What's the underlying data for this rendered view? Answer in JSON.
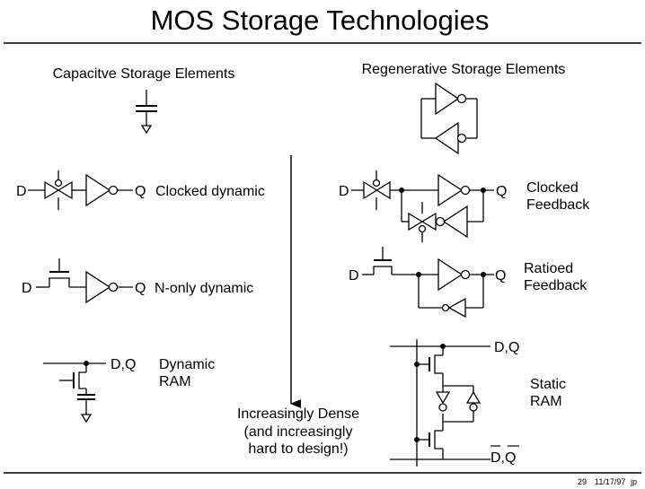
{
  "title": "MOS Storage Technologies",
  "left_heading": "Capacitve Storage Elements",
  "right_heading": "Regenerative Storage Elements",
  "clocked_dynamic": {
    "d": "D",
    "q": "Q",
    "label": "Clocked dynamic"
  },
  "n_only_dynamic": {
    "d": "D",
    "q": "Q",
    "label": "N-only dynamic"
  },
  "dynamic_ram": {
    "pin": "D,Q",
    "label_line1": "Dynamic",
    "label_line2": "RAM"
  },
  "clocked_feedback": {
    "d": "D",
    "q": "Q",
    "label_line1": "Clocked",
    "label_line2": "Feedback"
  },
  "ratioed_feedback": {
    "d": "D",
    "q": "Q",
    "label_line1": "Ratioed",
    "label_line2": "Feedback"
  },
  "static_ram": {
    "top_pin": "D,Q",
    "bottom_pin": "D,Q",
    "label_line1": "Static",
    "label_line2": "RAM"
  },
  "arrow": {
    "line1": "Increasingly Dense",
    "line2": "(and increasingly",
    "line3": "hard to design!)"
  },
  "footer": {
    "page": "29",
    "date": "11/17/97",
    "initials": "jp"
  }
}
